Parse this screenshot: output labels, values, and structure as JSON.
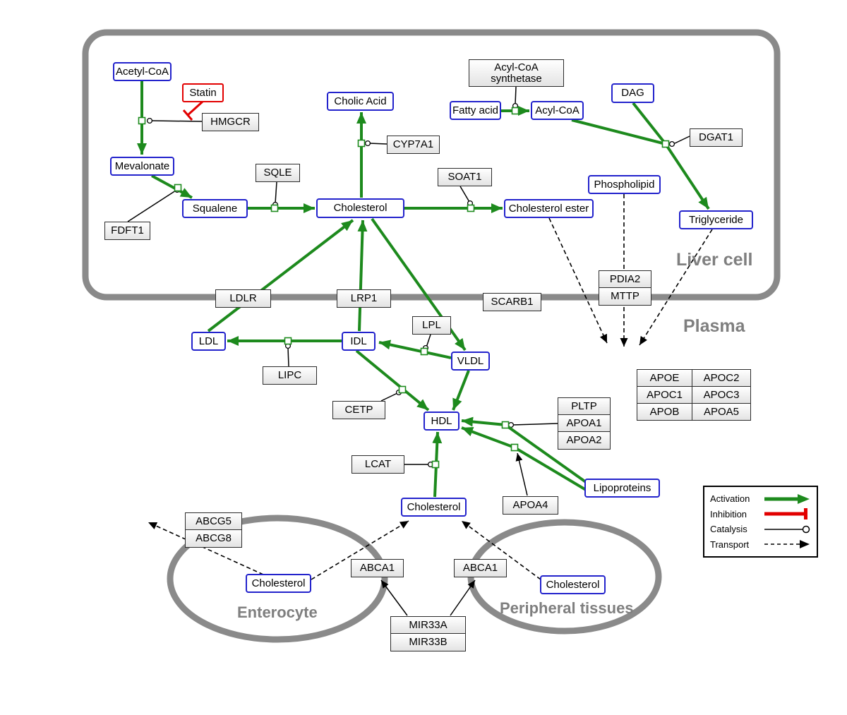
{
  "regions": {
    "liver": "Liver cell",
    "plasma": "Plasma",
    "enterocyte": "Enterocyte",
    "peripheral": "Peripheral tissues"
  },
  "nodes": {
    "acetyl_coa": "Acetyl-CoA",
    "statin": "Statin",
    "hmgcr": "HMGCR",
    "mevalonate": "Mevalonate",
    "fdft1": "FDFT1",
    "squalene": "Squalene",
    "sqle": "SQLE",
    "cholic_acid": "Cholic Acid",
    "cyp7a1": "CYP7A1",
    "cholesterol_liver": "Cholesterol",
    "soat1": "SOAT1",
    "cholesterol_ester": "Cholesterol ester",
    "acyl_coa_synthetase_l1": "Acyl-CoA",
    "acyl_coa_synthetase_l2": "synthetase",
    "fatty_acid": "Fatty acid",
    "acyl_coa": "Acyl-CoA",
    "dag": "DAG",
    "dgat1": "DGAT1",
    "phospholipid": "Phospholipid",
    "triglyceride": "Triglyceride",
    "ldlr": "LDLR",
    "lrp1": "LRP1",
    "scarb1": "SCARB1",
    "pdia2": "PDIA2",
    "mttp": "MTTP",
    "ldl": "LDL",
    "idl": "IDL",
    "lipc": "LIPC",
    "lpl": "LPL",
    "vldl": "VLDL",
    "cetp": "CETP",
    "hdl": "HDL",
    "lcat": "LCAT",
    "apoa4": "APOA4",
    "lipoproteins": "Lipoproteins",
    "cholesterol_plasma": "Cholesterol",
    "apoe": "APOE",
    "apoc2": "APOC2",
    "apoc1": "APOC1",
    "apoc3": "APOC3",
    "apob": "APOB",
    "apoa5": "APOA5",
    "pltp": "PLTP",
    "apoa1": "APOA1",
    "apoa2": "APOA2",
    "abcg5": "ABCG5",
    "abcg8": "ABCG8",
    "cholesterol_enterocyte": "Cholesterol",
    "abca1_left": "ABCA1",
    "abca1_right": "ABCA1",
    "cholesterol_peripheral": "Cholesterol",
    "mir33a": "MIR33A",
    "mir33b": "MIR33B"
  },
  "legend": {
    "activation": "Activation",
    "inhibition": "Inhibition",
    "catalysis": "Catalysis",
    "transport": "Transport"
  },
  "colors": {
    "activation_green": "#1d8a1d",
    "inhibition_red": "#e20000",
    "metabolite_border_blue": "#2323cc",
    "membrane_gray": "#8a8a8a",
    "gene_border": "#2b2b2b"
  },
  "relations": {
    "activation": [
      "Acetyl-CoA -> Mevalonate",
      "Mevalonate -> Squalene",
      "Squalene -> Cholesterol",
      "Cholesterol -> Cholic Acid",
      "Cholesterol -> Cholesterol ester",
      "Fatty acid -> Acyl-CoA",
      "Acyl-CoA + DAG -> Triglyceride",
      "LDL -> Cholesterol (via LDLR)",
      "IDL -> Cholesterol (via LRP1)",
      "Cholesterol -> VLDL",
      "VLDL -> IDL",
      "IDL -> LDL",
      "IDL -> HDL",
      "VLDL -> HDL",
      "Lipoproteins -> HDL (x2)",
      "Cholesterol (plasma) -> HDL"
    ],
    "inhibition": [
      "Statin -| HMGCR reaction (Acetyl-CoA -> Mevalonate)"
    ],
    "catalysis": [
      "HMGCR: Acetyl-CoA -> Mevalonate",
      "FDFT1: Mevalonate -> Squalene",
      "SQLE: Squalene -> Cholesterol",
      "CYP7A1: Cholesterol -> Cholic Acid",
      "SOAT1: Cholesterol -> Cholesterol ester",
      "Acyl-CoA synthetase: Fatty acid -> Acyl-CoA",
      "DGAT1: Acyl-CoA + DAG -> Triglyceride",
      "LIPC: IDL -> LDL",
      "LPL: VLDL -> IDL",
      "CETP: IDL -> HDL",
      "LCAT: Cholesterol -> HDL",
      "PLTP/APOA1/APOA2: Lipoproteins -> HDL",
      "APOA4: Lipoproteins -> HDL",
      "MIR33A/MIR33B -> ABCA1 (enterocyte)",
      "MIR33A/MIR33B -> ABCA1 (peripheral tissues)"
    ],
    "transport": [
      "Cholesterol ester -> plasma",
      "Phospholipid -> plasma",
      "Triglyceride -> plasma",
      "Cholesterol (enterocyte) -> out via ABCG5/ABCG8",
      "Cholesterol (enterocyte) -> Cholesterol (plasma) via ABCA1",
      "Cholesterol (peripheral tissues) -> Cholesterol (plasma) via ABCA1"
    ]
  }
}
